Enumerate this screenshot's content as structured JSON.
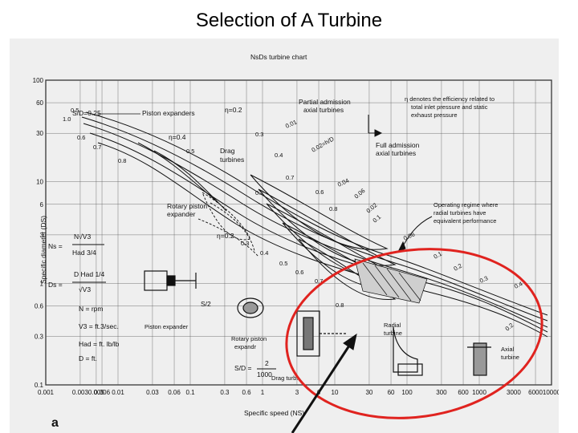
{
  "slide": {
    "title": "Selection of A Turbine"
  },
  "chart_title": "NsDs turbine chart",
  "colors": {
    "highlight": "#e0231f",
    "ink": "#111111",
    "paper": "#efefef",
    "grid": "#555555"
  },
  "axes": {
    "x_label": "Specific speed (NS)",
    "y_label": "Specific diameter (DS)",
    "x_scale": "log",
    "y_scale": "log",
    "x_ticks": [
      "0.001",
      "0.003",
      "0.005",
      "0.006",
      "0.01",
      "0.03",
      "0.06",
      "0.1",
      "0.3",
      "0.6",
      "1",
      "3",
      "6",
      "10",
      "30",
      "60",
      "100",
      "300",
      "600",
      "1000",
      "3000",
      "6000",
      "10000"
    ],
    "y_ticks": [
      "100",
      "60",
      "30",
      "10",
      "6",
      "3",
      "1",
      "0.6",
      "0.3",
      "0.1"
    ]
  },
  "region_labels": {
    "piston": "Piston expanders",
    "sd": "S/D=0.25",
    "eta_top": "η=0.2",
    "partial": [
      "Partial admission",
      "axial turbines"
    ],
    "full": [
      "Full admission",
      "axial turbines"
    ],
    "drag": [
      "Drag",
      "turbines"
    ],
    "rotary": [
      "Rotary piston",
      "expander"
    ],
    "eta_note": [
      "η denotes the efficiency related to",
      "total inlet pressure and static",
      "exhaust pressure"
    ],
    "operating": [
      "Operating regime where",
      "radial turbines have",
      "equivalent performance"
    ],
    "eta_04": "η=0.4",
    "eta_bottom": "η=0.2"
  },
  "curve_labels": [
    "0.5",
    "1.0",
    "0.6",
    "0.7",
    "0.8",
    "0.3",
    "0.4",
    "0.5",
    "0.6",
    "0.7",
    "0.8",
    "0.2",
    "0.3",
    "0.4",
    "0.5",
    "0.6",
    "0.7",
    "0.8"
  ],
  "efficiency_labels": [
    "0.01",
    "0.02=h/D",
    "0.04",
    "0.06",
    "0.02",
    "0.1",
    "0.06",
    "0.1",
    "0.2",
    "0.3",
    "0.4",
    "0.2"
  ],
  "formulas": {
    "ns": [
      "N√V3",
      "Had 3/4",
      "Ns ="
    ],
    "ds": [
      "D Had 1/4",
      "√V3",
      "Ds ="
    ],
    "units": [
      "N = rpm",
      "V3 = ft.3/sec.",
      "Had = ft. lb/lb",
      "D = ft."
    ],
    "sd_ratio": [
      "S/D =",
      "2",
      "1000"
    ],
    "s2": "S/2"
  },
  "captions": {
    "piston_expander": "Piston expander",
    "rotary_expander": [
      "Rotary piston",
      "expandr"
    ],
    "drag_turbine": "Drag turb.",
    "radial_turbine": [
      "Radial",
      "turbine"
    ],
    "axial_turbine": [
      "Axial",
      "turbine"
    ]
  },
  "panel_letter": "a"
}
